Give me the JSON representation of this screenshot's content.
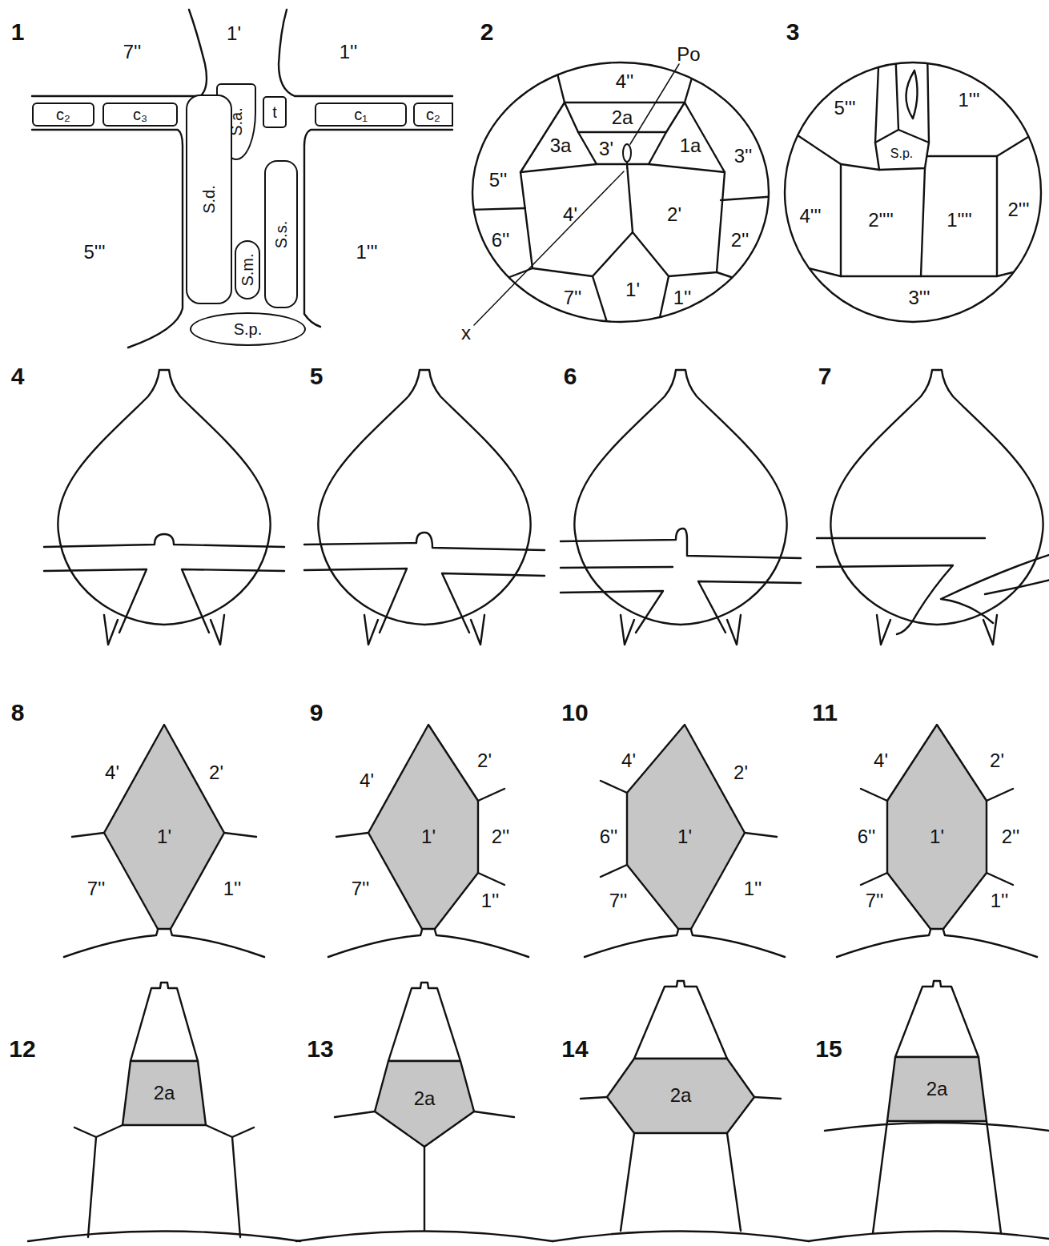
{
  "diagram": {
    "nodes": [
      {
        "text": [
          "c₂"
        ]
      },
      {
        "text": [
          "c₃"
        ]
      },
      {
        "text": [
          "S.a."
        ]
      },
      {
        "text": [
          "t"
        ]
      },
      {
        "text": [
          "c₁"
        ]
      },
      {
        "text": [
          "c₂"
        ]
      },
      {
        "text": [
          "S.d."
        ]
      },
      {
        "text": [
          "S.m."
        ]
      },
      {
        "text": [
          "S.s."
        ]
      },
      {
        "text": [
          "S.p."
        ]
      }
    ],
    "labels": [
      "1",
      "7''",
      "1'",
      "1''",
      "5'''",
      "1'''",
      "2",
      "Po",
      "3",
      "4''",
      "5''",
      "3a",
      "2a",
      "1a",
      "3''",
      "3'",
      "6''",
      "4'",
      "2'",
      "2''",
      "x",
      "7''",
      "1'",
      "1''",
      "5'''",
      "1'''",
      "S.p.",
      "4'''",
      "2''''",
      "1''''",
      "2'''",
      "3'''",
      "4",
      "5",
      "6",
      "7",
      "8",
      "4'",
      "2'",
      "1'",
      "7''",
      "1''",
      "9",
      "4'",
      "2'",
      "1'",
      "2''",
      "7''",
      "1''",
      "10",
      "4'",
      "2'",
      "6''",
      "1'",
      "7''",
      "1''",
      "11",
      "4'",
      "2'",
      "6''",
      "1'",
      "2''",
      "7''",
      "1''",
      "12",
      "2a",
      "13",
      "2a",
      "14",
      "2a",
      "15",
      "2a"
    ]
  }
}
